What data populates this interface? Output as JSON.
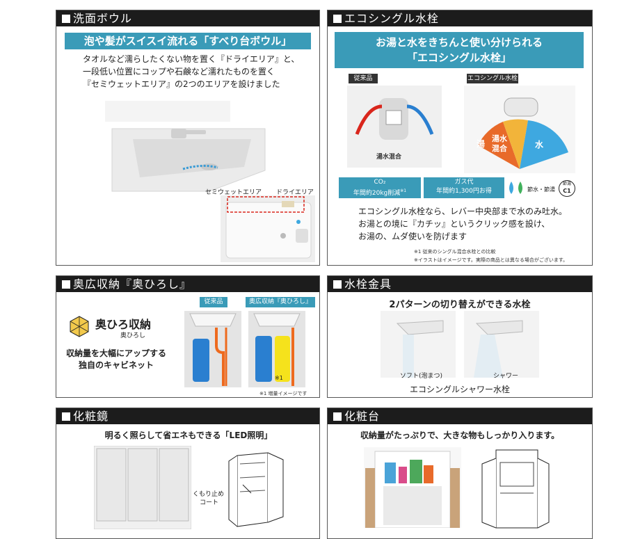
{
  "p1": {
    "title": "洗面ボウル",
    "banner": "泡や髪がスイスイ流れる「すべり台ボウル」",
    "desc": [
      "タオルなど濡らしたくない物を置く『ドライエリア』と、",
      "一段低い位置にコップや石鹸など濡れたものを置く",
      "『セミウェットエリア』の2つのエリアを設けました"
    ],
    "semi_label": "セミウェットエリア",
    "dry_label": "ドライエリア"
  },
  "p2": {
    "title": "エコシングル水栓",
    "banner_line1": "お湯と水をきちんと使い分けられる",
    "banner_line2": "「エコシングル水栓」",
    "conv_tag": "従来品",
    "eco_tag": "エコシングル水栓",
    "mix_label": "湯水混合",
    "hot": "湯",
    "mix_a": "湯水",
    "mix_b": "混合",
    "cold": "水",
    "co2_head": "CO₂",
    "co2_val": "年間約20kg削減",
    "co2_note": "※1",
    "gas_head": "ガス代",
    "gas_val": "年間約1,300円お得",
    "save_label": "節水・節湯",
    "c1_a": "節湯",
    "c1_b": "C1",
    "desc": [
      "エコシングル水栓なら、レバー中央部まで水のみ吐水。",
      "お湯との境に『カチッ』というクリック感を設け、",
      "お湯の、ムダ使いを防げます"
    ],
    "note1": "※1 従来のシングル混合水栓との比較",
    "note2": "※イラストはイメージです。実際の商品とは異なる場合がございます。"
  },
  "p3": {
    "title": "奥広収納『奥ひろし』",
    "logo_text": "奥ひろ収納",
    "logo_sub": "奥ひろし",
    "desc1": "収納量を大幅にアップする",
    "desc2": "独自のキャビネット",
    "conv_tag": "従来品",
    "new_tag": "奥広収納『奥ひろし』",
    "mark": "※1",
    "note": "※1 増量イメージです"
  },
  "p4": {
    "title": "水栓金具",
    "heading": "2パターンの切り替えができる水栓",
    "soft": "ソフト(泡まつ)",
    "shower": "シャワー",
    "caption": "エコシングルシャワー水栓"
  },
  "p5": {
    "title": "化粧鏡",
    "heading": "明るく照らして省エネもできる「LED照明」",
    "coat_a": "くもり止め",
    "coat_b": "コート"
  },
  "p6": {
    "title": "化粧台",
    "heading": "収納量がたっぷりで、大きな物もしっかり入ります。"
  },
  "colors": {
    "accent": "#3a9bb8",
    "header": "#1c1c1c",
    "hot": "#e86a2a",
    "mix": "#f2b43a",
    "cold": "#3ea8e0"
  }
}
